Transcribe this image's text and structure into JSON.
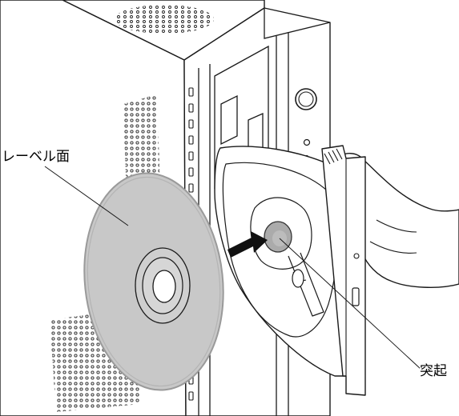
{
  "labels": {
    "label_surface": "レーベル面",
    "protrusion": "突起"
  },
  "colors": {
    "line": "#1a1a1a",
    "disc_fill": "#c8c8c8",
    "disc_edge": "#a8a8a8",
    "hub_fill": "#ababab",
    "arrow": "#111111",
    "background": "#ffffff"
  },
  "icons": {
    "insert_direction": "arrow-right-icon",
    "hand": "hand-illustration",
    "ventilation": "vent-grille"
  }
}
